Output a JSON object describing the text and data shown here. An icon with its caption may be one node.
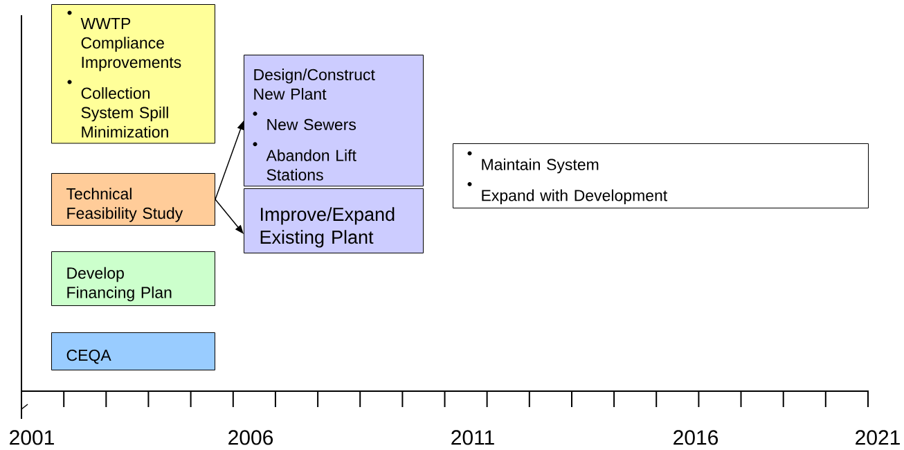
{
  "diagram": {
    "nodes": [
      {
        "text": [
          "WWTP Compliance Improvements",
          "Collection System Spill Minimization"
        ]
      },
      {
        "text": [
          "Technical Feasibility Study"
        ]
      },
      {
        "text": [
          "Develop Financing Plan"
        ]
      },
      {
        "text": [
          "CEQA"
        ]
      },
      {
        "text": [
          "Design/Construct New Plant",
          "New Sewers",
          "Abandon Lift Stations"
        ]
      },
      {
        "text": [
          "Improve/Expand Existing Plant"
        ]
      },
      {
        "text": [
          "Maintain System",
          "Expand with Development"
        ]
      }
    ],
    "edges": [
      {
        "from": 1,
        "to": 4,
        "arrow": "to"
      },
      {
        "from": 1,
        "to": 5,
        "arrow": "to"
      }
    ],
    "labels": [
      "2001",
      "2006",
      "2011",
      "2016",
      "2021"
    ]
  }
}
